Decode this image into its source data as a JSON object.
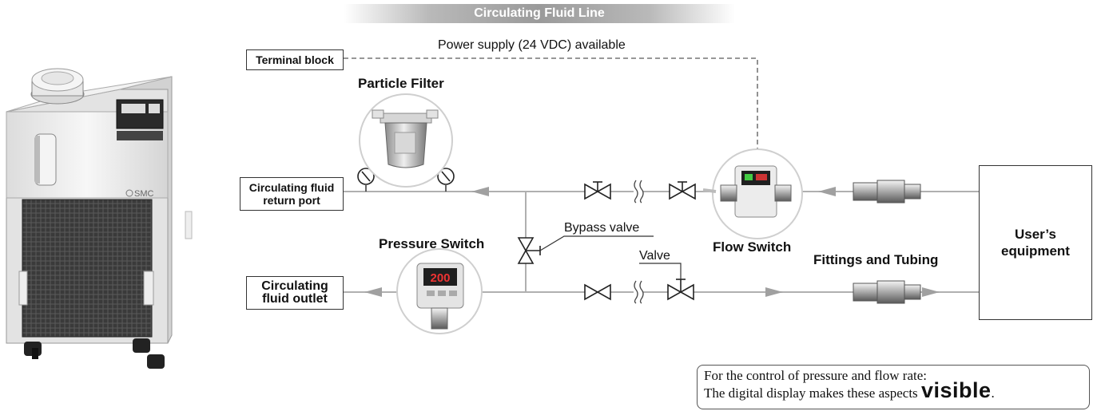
{
  "header": {
    "title": "Circulating Fluid Line"
  },
  "labels": {
    "power_supply": "Power supply (24 VDC) available",
    "terminal_block": "Terminal block",
    "particle_filter": "Particle Filter",
    "return_port": "Circulating fluid return port",
    "outlet": "Circulating fluid outlet",
    "pressure_switch": "Pressure Switch",
    "bypass_valve": "Bypass valve",
    "valve": "Valve",
    "flow_switch": "Flow Switch",
    "fittings": "Fittings and Tubing",
    "user_equipment": "User’s equipment"
  },
  "chiller": {
    "brand": "SMC"
  },
  "pressure_display": "200",
  "note": {
    "line1": "For the control of pressure and flow rate:",
    "line2": "The digital display makes these aspects",
    "emphasis": "visible",
    "period": "."
  },
  "colors": {
    "pipe": "#b0b0b0",
    "dashed": "#777777",
    "accent_gray": "#9a9a9a"
  }
}
